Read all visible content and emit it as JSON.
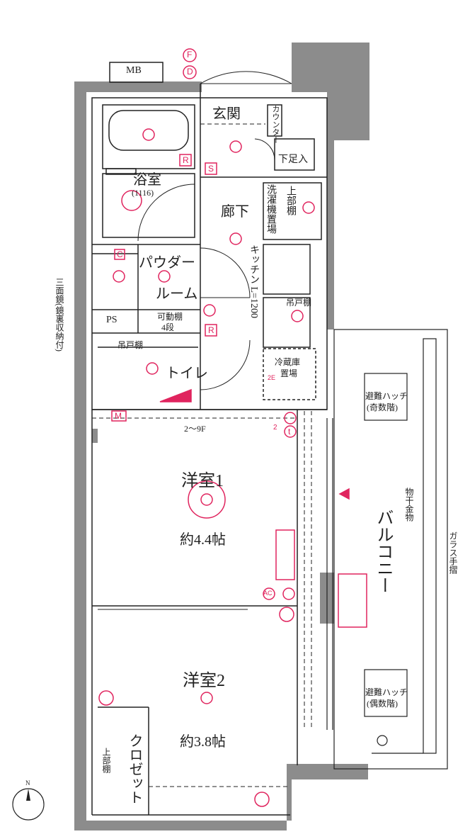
{
  "rooms": {
    "entrance": "玄関",
    "counter": "カウンター",
    "shoe": "下足入",
    "bath": "浴室",
    "bath_size": "(1116)",
    "hall": "廊下",
    "laundry": "洗濯機置場",
    "upper_shelf": "上部棚",
    "powder": "パウダー",
    "powder2": "ルーム",
    "kitchen": "キッチン L=1200",
    "hanging_shelf": "吊戸棚",
    "ps": "PS",
    "movable_shelf": "可動棚",
    "shelf_steps": "4段",
    "toilet_shelf": "吊戸棚",
    "toilet": "トイレ",
    "fridge": "冷蔵庫",
    "fridge2": "置場",
    "mb": "MB",
    "floors": "2〜9F",
    "room1": "洋室1",
    "room1_size": "約4.4帖",
    "room2": "洋室2",
    "room2_size": "約3.8帖",
    "closet": "クロゼット",
    "closet_shelf": "上部棚",
    "balcony": "バルコニー",
    "hatch_odd": "避難ハッチ",
    "hatch_odd2": "(奇数階)",
    "hatch_even": "避難ハッチ",
    "hatch_even2": "(偶数階)",
    "drying": "物干金物",
    "railing": "ガラス手摺",
    "mirror": "三面鏡(鏡裏収納付)",
    "north": "N"
  },
  "symbols": {
    "F": "F",
    "D": "D",
    "S": "S",
    "R": "R",
    "C": "C",
    "M": "M",
    "AC": "AC",
    "t": "t",
    "two": "2",
    "twoE": "2E"
  },
  "colors": {
    "wall": "#8c8c8c",
    "line": "#222222",
    "accent": "#e0245e"
  }
}
